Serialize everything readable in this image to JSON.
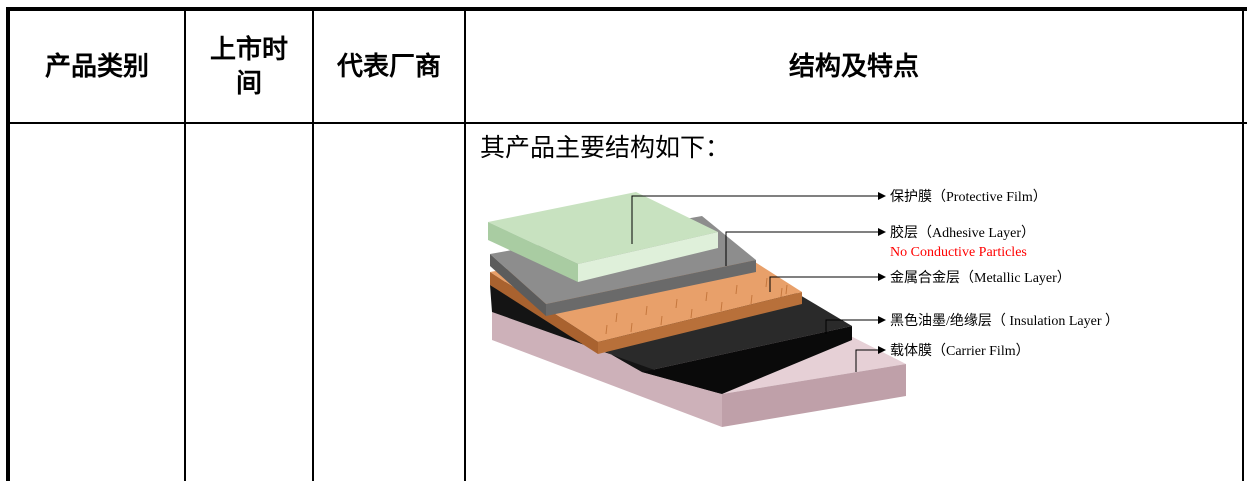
{
  "table": {
    "headers": {
      "category": "产品类别",
      "launch_time_line1": "上市时",
      "launch_time_line2": "间",
      "vendor": "代表厂商",
      "structure": "结构及特点"
    },
    "row": {
      "intro_text": "其产品主要结构如下：",
      "layers": {
        "protective_film": "保护膜（Protective Film）",
        "adhesive_layer": "胶层（Adhesive Layer）",
        "adhesive_note": "No Conductive Particles",
        "metallic_layer": "金属合金层（Metallic Layer）",
        "insulation_layer": "黑色油墨/绝缘层（ Insulation Layer ）",
        "carrier_film": "载体膜（Carrier Film）"
      }
    }
  },
  "colors": {
    "border": "#000000",
    "protective_film": "#cfe6c8",
    "adhesive": "#8a8a8a",
    "metallic": "#e09a62",
    "insulation": "#1f1f1f",
    "carrier": "#d9bfc6",
    "note_red": "#ff0000"
  }
}
